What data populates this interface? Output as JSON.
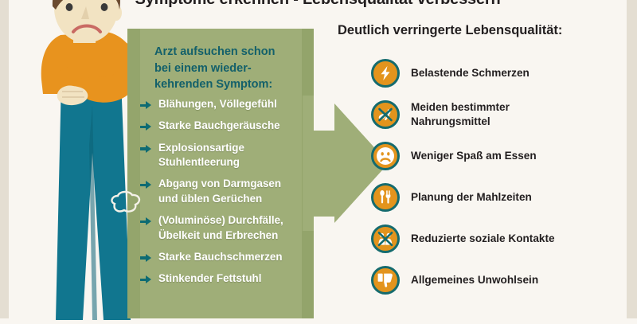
{
  "colors": {
    "background": "#f9f6f1",
    "edge_strip": "#e4ded2",
    "panel_green": "#9fae78",
    "panel_green_dark": "#93a46b",
    "heading_teal": "#13606a",
    "arrow_teal": "#0e6b73",
    "badge_orange": "#e3941d",
    "badge_ring_teal": "#156b6e",
    "text_dark": "#231f20",
    "text_white": "#ffffff",
    "shirt_orange": "#e8931e",
    "pants_teal": "#11768f",
    "hair_brown": "#6b4a2f",
    "skin": "#f2e3c2"
  },
  "title": "Symptome erkennen - Lebensqualität verbessern",
  "left_panel": {
    "heading": "Arzt aufsuchen schon bei einem wieder-kehrenden Symptom:",
    "heading_lines": [
      "Arzt aufsuchen schon",
      "bei einem wieder-",
      "kehrenden Symptom:"
    ],
    "symptoms": [
      {
        "icon": "arrow-right-icon",
        "lines": [
          "Blähungen, Völlegefühl"
        ]
      },
      {
        "icon": "arrow-right-icon",
        "lines": [
          "Starke Bauchgeräusche"
        ]
      },
      {
        "icon": "arrow-right-icon",
        "lines": [
          "Explosionsartige",
          "Stuhlentleerung"
        ]
      },
      {
        "icon": "arrow-right-icon",
        "lines": [
          "Abgang von Darmgasen",
          "und üblen Gerüchen"
        ]
      },
      {
        "icon": "arrow-right-icon",
        "lines": [
          "(Voluminöse) Durchfälle,",
          "Übelkeit und Erbrechen"
        ]
      },
      {
        "icon": "arrow-right-icon",
        "lines": [
          "Starke Bauchschmerzen"
        ]
      },
      {
        "icon": "arrow-right-icon",
        "lines": [
          "Stinkender Fettstuhl"
        ]
      }
    ]
  },
  "center": {
    "arrow_icon": "big-right-arrow-icon"
  },
  "right_panel": {
    "heading": "Deutlich verringerte Lebensqualität:",
    "items": [
      {
        "icon": "lightning-bolt-icon",
        "lines": [
          "Belastende Schmerzen"
        ]
      },
      {
        "icon": "crossed-out-cutlery-icon",
        "lines": [
          "Meiden bestimmter",
          "Nahrungsmittel"
        ]
      },
      {
        "icon": "sad-face-icon",
        "lines": [
          "Weniger Spaß am Essen"
        ]
      },
      {
        "icon": "spoon-fork-icon",
        "lines": [
          "Planung der Mahlzeiten"
        ]
      },
      {
        "icon": "crossed-out-people-icon",
        "lines": [
          "Reduzierte soziale Kontakte"
        ]
      },
      {
        "icon": "thumbs-down-icon",
        "lines": [
          "Allgemeines Unwohlsein"
        ]
      }
    ]
  },
  "illustration": {
    "name": "man-holding-stomach-illustration",
    "description": "Worried man with brown hair, orange shirt and teal trousers holding his belly",
    "gas_cloud": "gas-cloud-icon"
  }
}
